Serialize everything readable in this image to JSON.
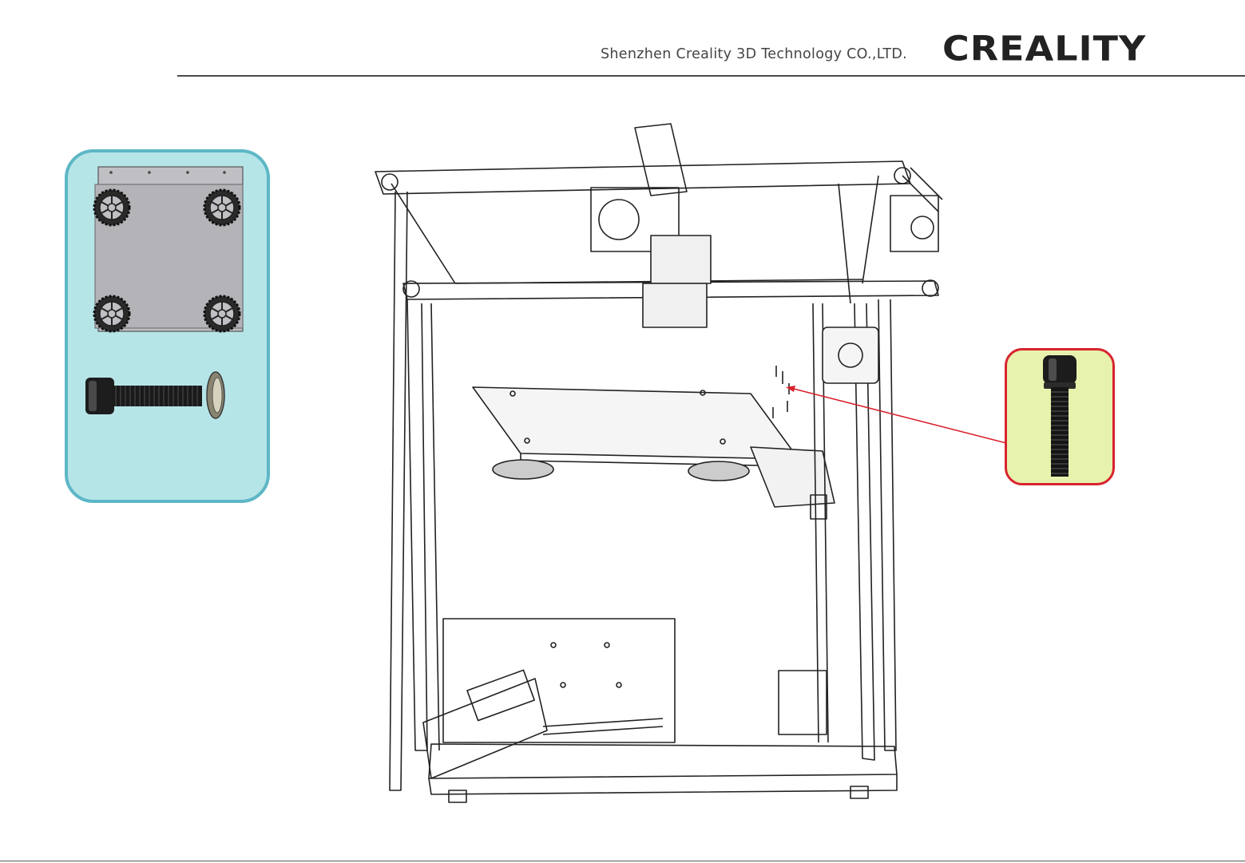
{
  "header": {
    "company_name": "Shenzhen Creality 3D Technology CO.,LTD.",
    "brand_logo_text": "CREALITY"
  },
  "colors": {
    "panel_fill": "#b6e5e8",
    "panel_border": "#5db7c6",
    "callout_fill": "#e7f2ad",
    "callout_border": "#d9232e",
    "pointer_line": "#d9232e"
  },
  "parts_panel": {
    "items": [
      {
        "icon": "heated-bed-plate-with-leveling-knobs-icon",
        "knob_count": 4
      },
      {
        "icon": "hex-socket-screw-icon"
      },
      {
        "icon": "spacer-washer-icon"
      }
    ]
  },
  "callout": {
    "icon": "hex-socket-screw-icon"
  },
  "main_drawing": {
    "icon": "3d-printer-frame-icon"
  }
}
